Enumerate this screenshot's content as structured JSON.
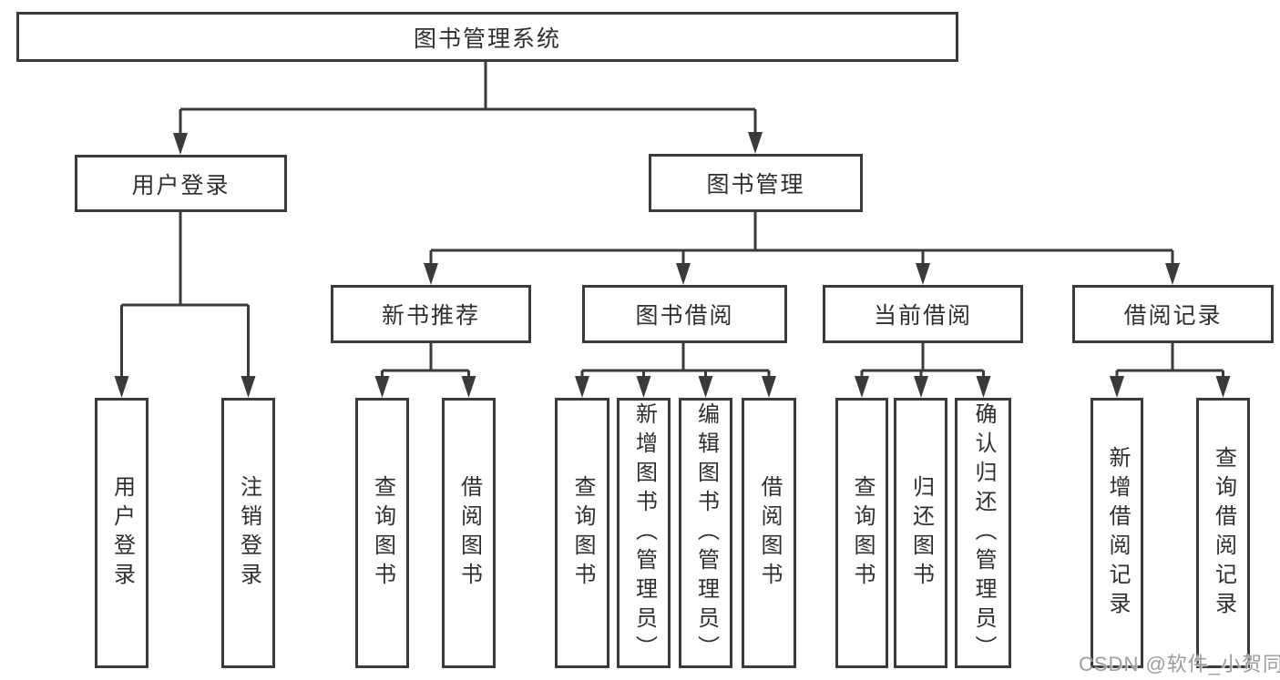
{
  "nodes": {
    "root": "图书管理系统",
    "user_login": "用户登录",
    "book_management": "图书管理",
    "new_book_recommend": "新书推荐",
    "book_borrowing": "图书借阅",
    "current_borrowing": "当前借阅",
    "borrowing_records": "借阅记录",
    "leaf_user_login": "用户登录",
    "leaf_logout": "注销登录",
    "leaf_query_books_recommend": "查询图书",
    "leaf_borrow_books_recommend": "借阅图书",
    "leaf_query_books_borrowing": "查询图书",
    "leaf_add_books_admin": "新增图书（管理员）",
    "leaf_edit_books_admin": "编辑图书（管理员）",
    "leaf_borrow_books_borrowing": "借阅图书",
    "leaf_query_books_current": "查询图书",
    "leaf_return_books": "归还图书",
    "leaf_confirm_return_admin": "确认归还（管理员）",
    "leaf_add_borrow_record": "新增借阅记录",
    "leaf_query_borrow_record": "查询借阅记录"
  },
  "watermark": {
    "text": "CSDN @软件_小贺同学"
  },
  "colors": {
    "line": "#3a3a3a",
    "text": "#2f2f2f",
    "background": "#ffffff",
    "watermark": "#989898"
  }
}
